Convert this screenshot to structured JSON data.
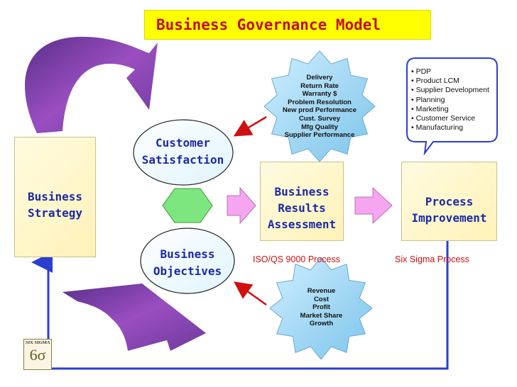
{
  "title": "Business Governance Model",
  "nodes": {
    "business_strategy": [
      "Business",
      "Strategy"
    ],
    "customer_satisfaction": [
      "Customer",
      "Satisfaction"
    ],
    "business_objectives": [
      "Business",
      "Objectives"
    ],
    "business_results_assessment": [
      "Business",
      "Results",
      "Assessment"
    ],
    "process_improvement": [
      "Process",
      "Improvement"
    ]
  },
  "labels": {
    "iso_process": "ISO/QS 9000 Process",
    "six_sigma_process": "Six Sigma  Process"
  },
  "satisfaction_metrics": [
    "Delivery",
    "Return Rate",
    "Warranty $",
    "Problem Resolution",
    "New prod Performance",
    "Cust. Survey",
    "Mfg Quality",
    "Supplier Performance"
  ],
  "financial_metrics": [
    "Revenue",
    "Cost",
    "Profit",
    "Market Share",
    "Growth"
  ],
  "improvement_areas": [
    "PDP",
    "Product LCM",
    "Supplier Development",
    "Planning",
    "Marketing",
    "Customer Service",
    "Manufacturing"
  ],
  "logo": {
    "text": "SIX SIGMA",
    "glyph": "6σ"
  },
  "colors": {
    "title_bg": "#ffff00",
    "title_text": "#c01010",
    "node_text": "#1a2aa8",
    "box_fill": "#fff6c8",
    "hexagon": "#7ee67e",
    "pink_arrow": "#f6a6f0",
    "burst_fill": "#9fd6f2",
    "loop_line": "#2a3fd0",
    "pointer_arrow": "#d01010",
    "purple_shape": "#7a3aa6"
  }
}
